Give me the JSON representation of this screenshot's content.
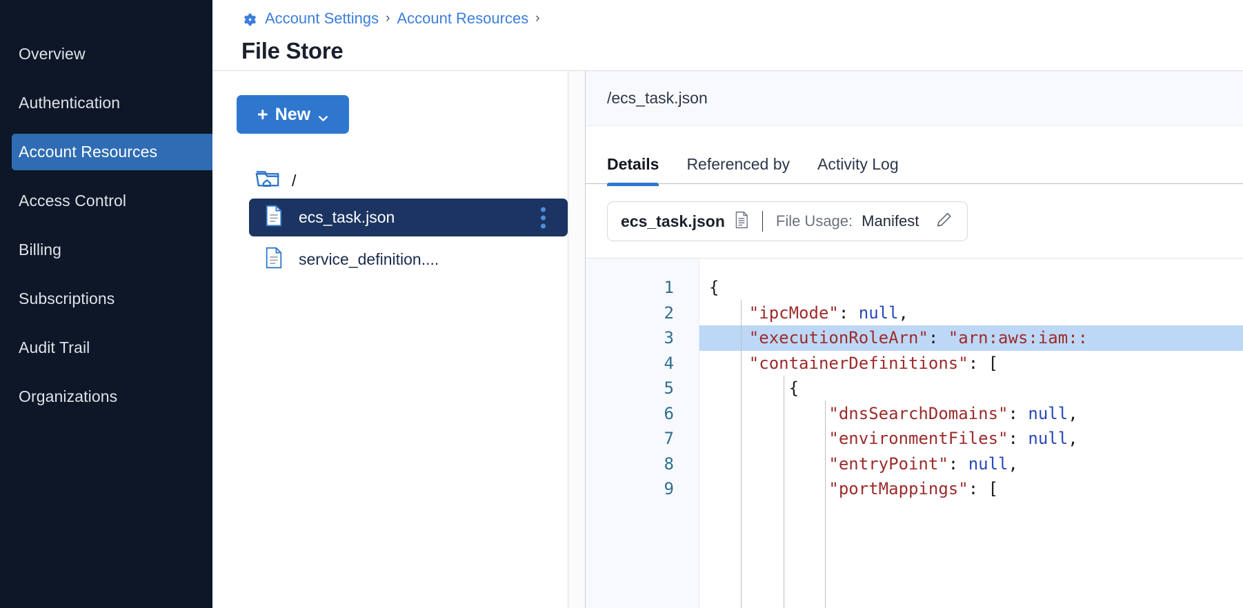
{
  "sidebar": {
    "items": [
      {
        "label": "Overview",
        "active": false
      },
      {
        "label": "Authentication",
        "active": false
      },
      {
        "label": "Account Resources",
        "active": true
      },
      {
        "label": "Access Control",
        "active": false
      },
      {
        "label": "Billing",
        "active": false
      },
      {
        "label": "Subscriptions",
        "active": false
      },
      {
        "label": "Audit Trail",
        "active": false
      },
      {
        "label": "Organizations",
        "active": false
      }
    ],
    "background_color": "#0d1728",
    "active_color": "#2f6cb4"
  },
  "header": {
    "gear_icon": "gear-icon",
    "breadcrumb": [
      {
        "label": "Account Settings"
      },
      {
        "label": "Account Resources"
      }
    ],
    "separator": "›",
    "title": "File Store",
    "link_color": "#3b7ddd"
  },
  "tree": {
    "new_button": {
      "label": "New",
      "plus": "+",
      "chevron": "chevron-down-icon"
    },
    "root": {
      "label": "/",
      "icon": "folder-home-icon"
    },
    "files": [
      {
        "name": "ecs_task.json",
        "selected": true,
        "icon": "json-file-icon",
        "menu": "kebab-menu-icon"
      },
      {
        "name": "service_definition....",
        "selected": false,
        "icon": "json-file-icon"
      }
    ]
  },
  "detail": {
    "path": "/ecs_task.json",
    "tabs": [
      {
        "label": "Details",
        "active": true
      },
      {
        "label": "Referenced by",
        "active": false
      },
      {
        "label": "Activity Log",
        "active": false
      }
    ],
    "usage": {
      "file_name": "ecs_task.json",
      "file_icon": "document-icon",
      "label": "File Usage:",
      "value": "Manifest",
      "edit_icon": "pencil-icon"
    }
  },
  "code": {
    "highlighted_line": 3,
    "lines": [
      {
        "n": "1",
        "indent": 0,
        "segments": [
          {
            "t": "punc",
            "v": "{"
          }
        ]
      },
      {
        "n": "2",
        "indent": 1,
        "segments": [
          {
            "t": "key",
            "v": "\"ipcMode\""
          },
          {
            "t": "punc",
            "v": ": "
          },
          {
            "t": "null",
            "v": "null"
          },
          {
            "t": "punc",
            "v": ","
          }
        ]
      },
      {
        "n": "3",
        "indent": 1,
        "segments": [
          {
            "t": "key",
            "v": "\"executionRoleArn\""
          },
          {
            "t": "punc",
            "v": ": "
          },
          {
            "t": "str",
            "v": "\"arn:aws:iam::"
          }
        ]
      },
      {
        "n": "4",
        "indent": 1,
        "segments": [
          {
            "t": "key",
            "v": "\"containerDefinitions\""
          },
          {
            "t": "punc",
            "v": ": ["
          }
        ]
      },
      {
        "n": "5",
        "indent": 2,
        "segments": [
          {
            "t": "punc",
            "v": "{"
          }
        ]
      },
      {
        "n": "6",
        "indent": 3,
        "segments": [
          {
            "t": "key",
            "v": "\"dnsSearchDomains\""
          },
          {
            "t": "punc",
            "v": ": "
          },
          {
            "t": "null",
            "v": "null"
          },
          {
            "t": "punc",
            "v": ","
          }
        ]
      },
      {
        "n": "7",
        "indent": 3,
        "segments": [
          {
            "t": "key",
            "v": "\"environmentFiles\""
          },
          {
            "t": "punc",
            "v": ": "
          },
          {
            "t": "null",
            "v": "null"
          },
          {
            "t": "punc",
            "v": ","
          }
        ]
      },
      {
        "n": "8",
        "indent": 3,
        "segments": [
          {
            "t": "key",
            "v": "\"entryPoint\""
          },
          {
            "t": "punc",
            "v": ": "
          },
          {
            "t": "null",
            "v": "null"
          },
          {
            "t": "punc",
            "v": ","
          }
        ]
      },
      {
        "n": "9",
        "indent": 3,
        "segments": [
          {
            "t": "key",
            "v": "\"portMappings\""
          },
          {
            "t": "punc",
            "v": ": ["
          }
        ]
      }
    ]
  }
}
